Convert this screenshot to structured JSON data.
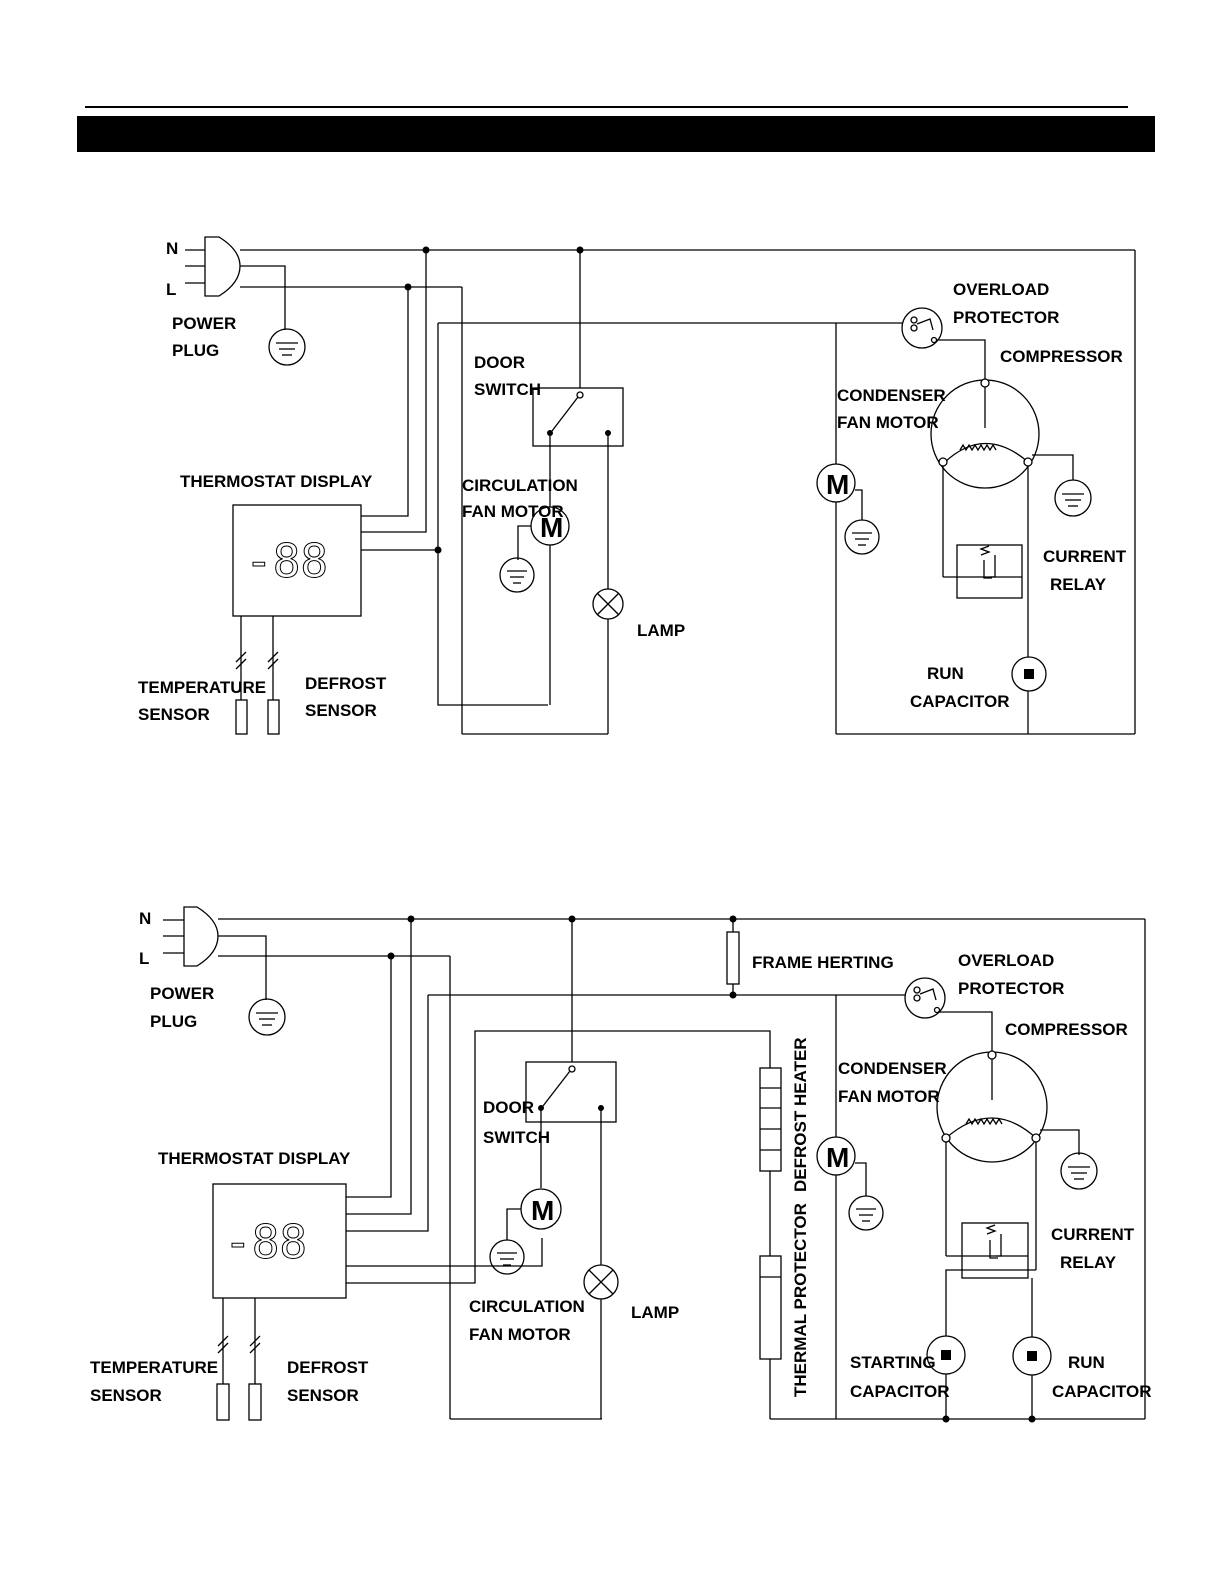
{
  "colors": {
    "ink": "#000000",
    "paper": "#ffffff"
  },
  "diagram1": {
    "n_label": "N",
    "l_label": "L",
    "power_plug": [
      "POWER",
      "PLUG"
    ],
    "door_switch": [
      "DOOR",
      "SWITCH"
    ],
    "thermostat_display": "THERMOSTAT DISPLAY",
    "display_readout": "-88",
    "circulation_fan_motor": [
      "CIRCULATION",
      "FAN MOTOR"
    ],
    "motor_symbol": "M",
    "lamp": "LAMP",
    "temperature_sensor": [
      "TEMPERATURE",
      "SENSOR"
    ],
    "defrost_sensor": [
      "DEFROST",
      "SENSOR"
    ],
    "overload_protector": [
      "OVERLOAD",
      "PROTECTOR"
    ],
    "compressor": "COMPRESSOR",
    "condenser_fan_motor": [
      "CONDENSER",
      "FAN MOTOR"
    ],
    "current_relay": [
      "CURRENT",
      "RELAY"
    ],
    "run_capacitor": [
      "RUN",
      "CAPACITOR"
    ]
  },
  "diagram2": {
    "n_label": "N",
    "l_label": "L",
    "power_plug": [
      "POWER",
      "PLUG"
    ],
    "frame_heating": "FRAME HERTING",
    "overload_protector": [
      "OVERLOAD",
      "PROTECTOR"
    ],
    "compressor": "COMPRESSOR",
    "door_switch": [
      "DOOR",
      "SWITCH"
    ],
    "condenser_fan_motor": [
      "CONDENSER",
      "FAN MOTOR"
    ],
    "defrost_heater": "DEFROST HEATER",
    "thermostat_display": "THERMOSTAT DISPLAY",
    "display_readout": "-88",
    "motor_symbol": "M",
    "circulation_fan_motor": [
      "CIRCULATION",
      "FAN MOTOR"
    ],
    "lamp": "LAMP",
    "thermal_protector": "THERMAL PROTECTOR",
    "current_relay": [
      "CURRENT",
      "RELAY"
    ],
    "temperature_sensor": [
      "TEMPERATURE",
      "SENSOR"
    ],
    "defrost_sensor": [
      "DEFROST",
      "SENSOR"
    ],
    "starting_capacitor": [
      "STARTING",
      "CAPACITOR"
    ],
    "run_capacitor": [
      "RUN",
      "CAPACITOR"
    ]
  }
}
